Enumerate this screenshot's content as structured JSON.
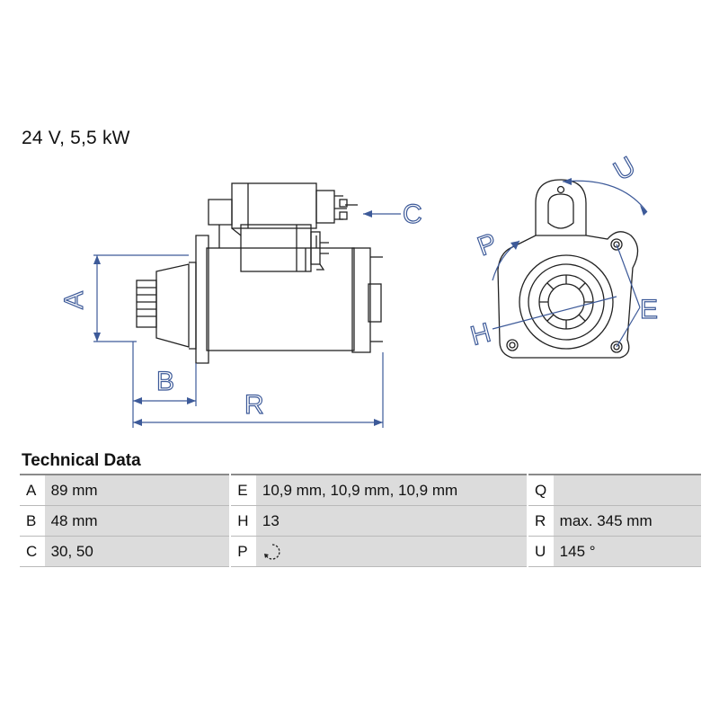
{
  "header": {
    "subtitle": "24 V, 5,5 kW"
  },
  "dimension_labels": {
    "A": "A",
    "B": "B",
    "R": "R",
    "C": "C",
    "U": "U",
    "P": "P",
    "H": "H",
    "E": "E"
  },
  "colors": {
    "dimension_line": "#3d5a99",
    "outline": "#222222",
    "cell_fill": "#dcdcdc",
    "rule": "#b9b9b9"
  },
  "technical_data": {
    "title": "Technical Data",
    "rows": [
      [
        {
          "key": "A",
          "value": "89 mm"
        },
        {
          "key": "E",
          "value": "10,9 mm, 10,9 mm, 10,9 mm"
        },
        {
          "key": "Q",
          "value": ""
        }
      ],
      [
        {
          "key": "B",
          "value": "48 mm"
        },
        {
          "key": "H",
          "value": "13"
        },
        {
          "key": "R",
          "value": "max. 345 mm"
        }
      ],
      [
        {
          "key": "C",
          "value": "30, 50"
        },
        {
          "key": "P",
          "value": "",
          "icon": "clockwise-rotation-icon"
        },
        {
          "key": "U",
          "value": "145 °"
        }
      ]
    ]
  }
}
